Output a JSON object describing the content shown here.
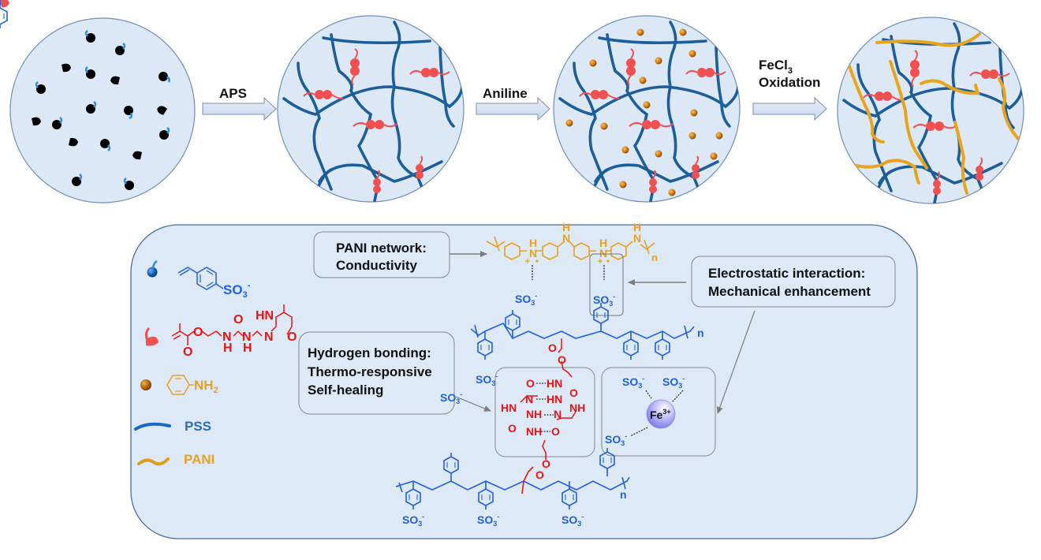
{
  "figure": {
    "description": "Schematic of PSS / UPy hydrogel network formation and PANI conductive network",
    "colors": {
      "circle_fill": "#dce8f5",
      "circle_stroke": "#6f8fb8",
      "pss_chain": "#1c5d9c",
      "upy_monomer": "#f05050",
      "aniline_dot": "#e8961e",
      "pani_chain": "#e8a51c",
      "arrow_fill": "#d5e1f2",
      "arrow_stroke": "#7a90b0",
      "panel_fill": "#dde9f6",
      "panel_stroke": "#4c6c9c",
      "callout_stroke": "#8a8a8a",
      "chem_blue": "#1f5fe0",
      "chem_red": "#ee1111",
      "chem_orange": "#e8a020",
      "fe_sphere": "#9a9af0"
    }
  },
  "steps": [
    {
      "label": "APS",
      "sub": ""
    },
    {
      "label": "Aniline",
      "sub": ""
    },
    {
      "label_line1": "FeCl",
      "label_line1_sub": "3",
      "label_line2": "Oxidation"
    }
  ],
  "legend": {
    "items": [
      {
        "icon": "styrene-sulfonate-monomer-icon",
        "formula": "SO3-",
        "formula_main": "SO",
        "formula_sub": "3",
        "formula_sup": "-"
      },
      {
        "icon": "upy-methacrylate-monomer-icon",
        "atoms": [
          "O",
          "O",
          "N",
          "H",
          "O",
          "N",
          "H",
          "HN",
          "N",
          "O"
        ]
      },
      {
        "icon": "aniline-icon",
        "formula_main": "NH",
        "formula_sub": "2"
      },
      {
        "icon": "pss-chain-icon",
        "label": "PSS"
      },
      {
        "icon": "pani-chain-icon",
        "label": "PANI"
      }
    ]
  },
  "callouts": {
    "pani": {
      "line1": "PANI network:",
      "line2": "Conductivity"
    },
    "electrostatic": {
      "line1": "Electrostatic interaction:",
      "line2": "Mechanical enhancement"
    },
    "hbond": {
      "line1": "Hydrogen bonding:",
      "line2": "Thermo-responsive",
      "line3": "Self-healing"
    }
  },
  "chem": {
    "so3": "SO",
    "so3_sub": "3",
    "so3_sup": "-",
    "n_repeat": "n",
    "pani_H": "H",
    "pani_N": "N",
    "fe": "Fe",
    "fe_sup": "3+",
    "upy_dimer": {
      "row1_left": "O",
      "row1_right": "HN",
      "row1_o": "O",
      "row2_left": "N",
      "row2_right": "HN",
      "row3_left": "HN",
      "row3_mid": "NH",
      "row3_right": "N",
      "row3_far": "NH",
      "row4_left": "O",
      "row4_mid": "NH",
      "row4_right": "O",
      "ester_o1": "O",
      "ester_o2": "O",
      "ester_o3": "O",
      "ester_o4": "O"
    }
  }
}
